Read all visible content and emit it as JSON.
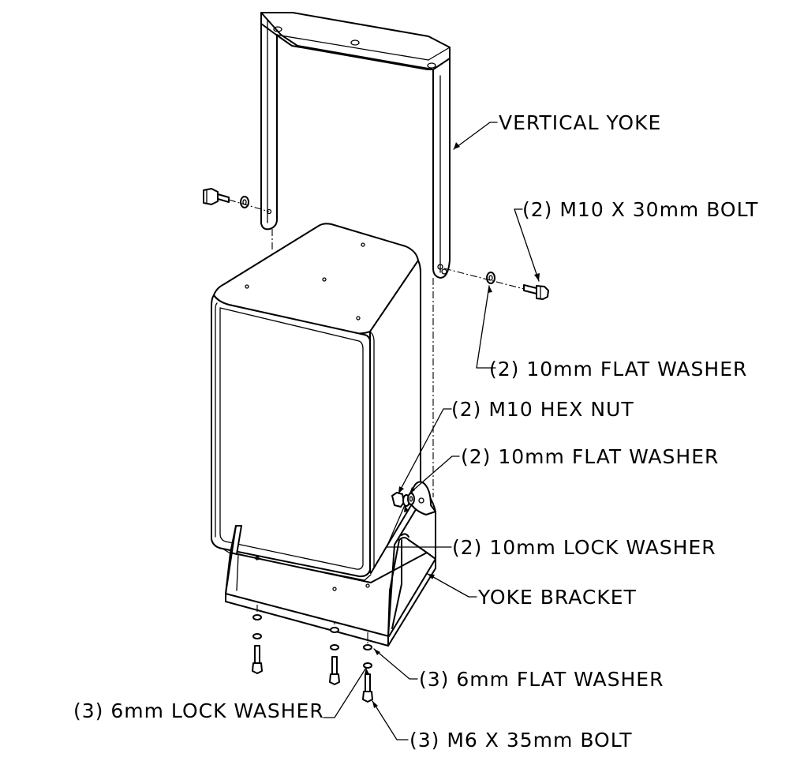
{
  "labels": {
    "vertical_yoke": "VERTICAL YOKE",
    "m10_bolt": "(2) M10 X 30mm BOLT",
    "flat_washer_10_upper": "(2) 10mm FLAT WASHER",
    "hex_nut": "(2) M10 HEX NUT",
    "flat_washer_10_lower": "(2) 10mm FLAT WASHER",
    "lock_washer_10": "(2) 10mm LOCK WASHER",
    "yoke_bracket": "YOKE BRACKET",
    "flat_washer_6": "(3) 6mm FLAT WASHER",
    "lock_washer_6": "(3) 6mm LOCK WASHER",
    "m6_bolt": "(3) M6 X 35mm BOLT"
  }
}
